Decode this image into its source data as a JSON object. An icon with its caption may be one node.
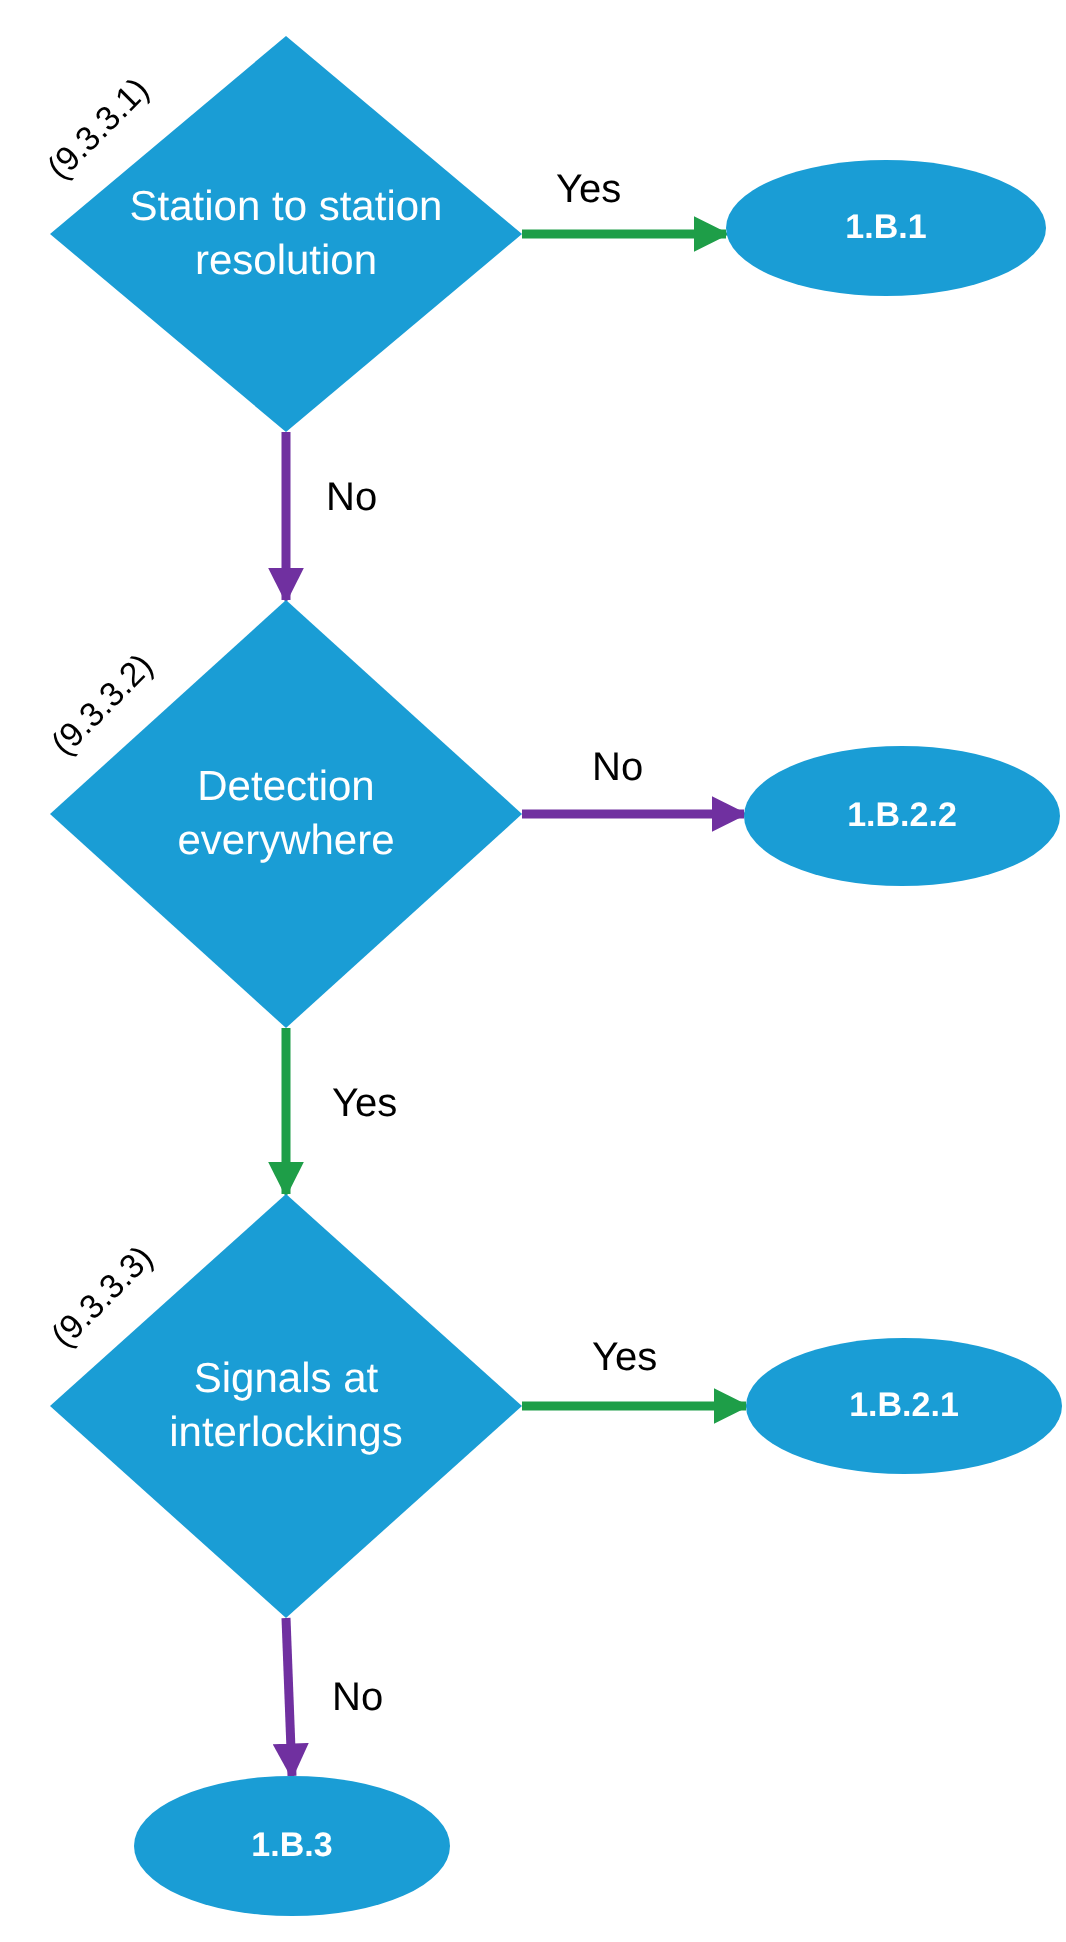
{
  "diagram": {
    "nodes": [
      {
        "text": [
          "Station to station resolution"
        ],
        "beside": [
          "(9.3.3.1)"
        ]
      },
      {
        "text": [
          "1.B.1"
        ]
      },
      {
        "text": [
          "Detection everywhere"
        ],
        "beside": [
          "(9.3.3.2)"
        ]
      },
      {
        "text": [
          "1.B.2.2"
        ]
      },
      {
        "text": [
          "Signals at interlockings"
        ],
        "beside": [
          "(9.3.3.3)"
        ]
      },
      {
        "text": [
          "1.B.2.1"
        ]
      },
      {
        "text": [
          "1.B.3"
        ]
      }
    ],
    "edges": [
      {
        "from": 0,
        "to": 1,
        "arrow": "to",
        "label": "Yes",
        "color": "#1e9e48"
      },
      {
        "from": 0,
        "to": 2,
        "arrow": "to",
        "label": "No",
        "color": "#7030a0"
      },
      {
        "from": 2,
        "to": 3,
        "arrow": "to",
        "label": "No",
        "color": "#7030a0"
      },
      {
        "from": 2,
        "to": 4,
        "arrow": "to",
        "label": "Yes",
        "color": "#1e9e48"
      },
      {
        "from": 4,
        "to": 5,
        "arrow": "to",
        "label": "Yes",
        "color": "#1e9e48"
      },
      {
        "from": 4,
        "to": 6,
        "arrow": "to",
        "label": "No",
        "color": "#7030a0"
      }
    ]
  }
}
